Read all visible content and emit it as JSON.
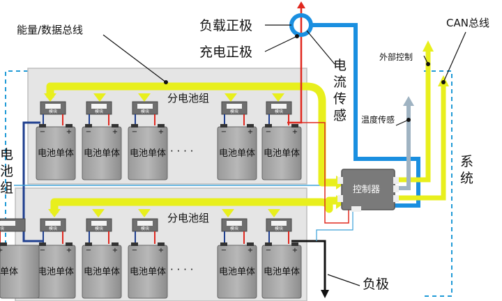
{
  "labels": {
    "load_positive": "负载正极",
    "charge_positive": "充电正极",
    "energy_data_bus": "能量/数据总线",
    "current_sensing": "电流传感",
    "temperature_sensing": "温度传感",
    "external_control": "外部控制",
    "can_bus": "CAN总线",
    "sub_pack_top": "分电池组",
    "sub_pack_bottom": "分电池组",
    "battery_pack": "电池组",
    "system": "系统",
    "controller": "控制器",
    "negative": "负极",
    "ellipsis": "· · · ·",
    "module_tag": "模块"
  },
  "cell_label": "电池单体",
  "top_group": {
    "cells": [
      "电池单体",
      "电池单体",
      "电池单体",
      "电池单体",
      "电池单体"
    ]
  },
  "bottom_group": {
    "cells": [
      "电池单体",
      "电池单体",
      "电池单体",
      "电池单体",
      "电池单体",
      "电池单体"
    ]
  },
  "colors": {
    "bus_yellow": "#e8ef1d",
    "current_blue": "#1a8fe0",
    "positive_red": "#e0281f",
    "negative_black": "#111111",
    "cell_gray": "#8f8f8f",
    "pack_bg": "#e7e7e7",
    "dashed_blue": "#1f9ad6",
    "temp_gray": "#9fb3c2"
  }
}
